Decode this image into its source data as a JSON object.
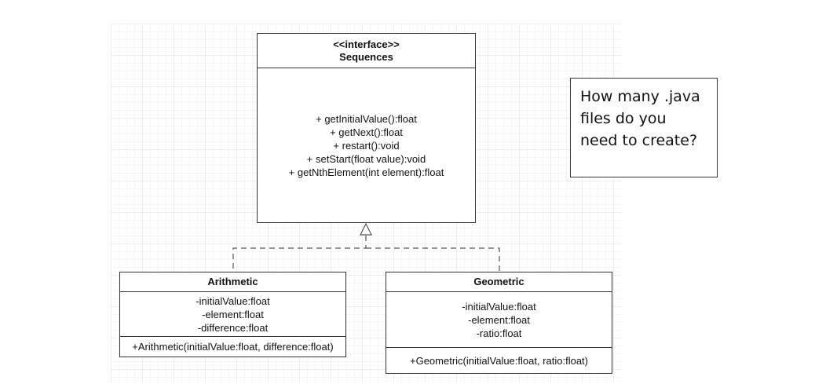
{
  "interface": {
    "stereotype": "<<interface>>",
    "name": "Sequences",
    "methods": [
      "+ getInitialValue():float",
      "+ getNext():float",
      "+ restart():void",
      "+ setStart(float value):void",
      "+ getNthElement(int element):float"
    ]
  },
  "arithmetic": {
    "name": "Arithmetic",
    "attributes": [
      "-initialValue:float",
      "-element:float",
      "-difference:float"
    ],
    "methods": [
      "+Arithmetic(initialValue:float, difference:float)"
    ]
  },
  "geometric": {
    "name": "Geometric",
    "attributes": [
      "-initialValue:float",
      "-element:float",
      "-ratio:float"
    ],
    "methods": [
      "+Geometric(initialValue:float, ratio:float)"
    ]
  },
  "question": {
    "text": "How many .java files do you need to create?"
  },
  "colors": {
    "border": "#333333",
    "grid": "#ececec",
    "connector": "#555555"
  }
}
